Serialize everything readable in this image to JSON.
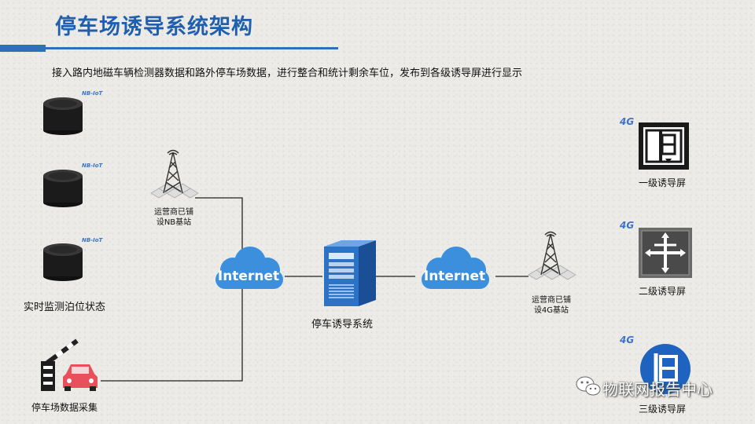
{
  "header": {
    "title": "停车场诱导系统架构",
    "subtitle": "接入路内地磁车辆检测器数据和路外停车场数据，进行整合和统计剩余车位，发布到各级诱导屏进行显示"
  },
  "detectors": {
    "tag": "NB-IoT",
    "label": "实时监测泊位状态"
  },
  "nb_station": {
    "line1": "运营商已铺",
    "line2": "设NB基站"
  },
  "barrier": {
    "label": "停车场数据采集"
  },
  "cloud_left": {
    "text": "Internet"
  },
  "cloud_right": {
    "text": "Internet"
  },
  "server": {
    "label": "停车诱导系统"
  },
  "g4_station": {
    "line1": "运营商已铺",
    "line2": "设4G基站"
  },
  "screens": {
    "tag": "4G",
    "level1": "一级诱导屏",
    "level2": "二级诱导屏",
    "level3": "三级诱导屏"
  },
  "watermark": {
    "text": "物联网报告中心"
  },
  "colors": {
    "title": "#1f5fae",
    "cloud": "#3b8fdc",
    "server": "#2b73c6"
  }
}
